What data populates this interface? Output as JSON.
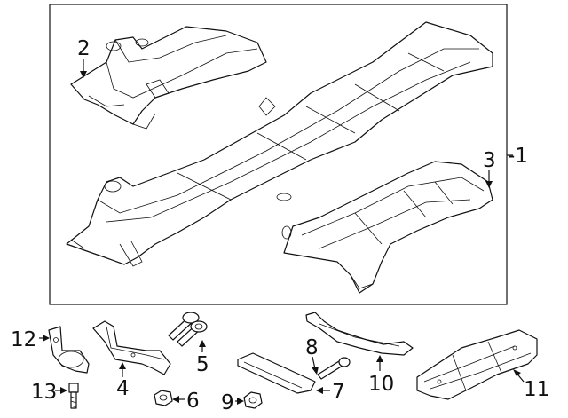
{
  "callouts": {
    "c1": "-1",
    "c2": "2",
    "c3": "3",
    "c4": "4",
    "c5": "5",
    "c6": "6",
    "c7": "7",
    "c8": "8",
    "c9": "9",
    "c10": "10",
    "c11": "11",
    "c12": "12",
    "c13": "13"
  }
}
